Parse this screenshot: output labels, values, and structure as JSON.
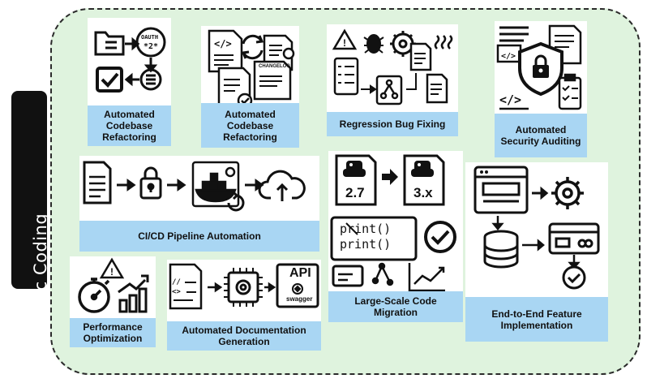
{
  "side_label": "Agentic Coding",
  "cards": {
    "refactor1": {
      "caption": "Automated Codebase Refactoring",
      "oauth_label": "OAUTH",
      "oauth_version": "*2*"
    },
    "refactor2": {
      "caption": "Automated Codebase Refactoring",
      "changelog_label": "CHANGELOG"
    },
    "regression": {
      "caption": "Regression Bug Fixing"
    },
    "security": {
      "caption": "Automated Security Auditing"
    },
    "cicd": {
      "caption": "CI/CD Pipeline Automation"
    },
    "migration": {
      "caption": "Large-Scale Code Migration",
      "old_version": "2.7",
      "new_version": "3.x",
      "old_code": "print()",
      "new_code": "print()"
    },
    "e2e": {
      "caption": "End-to-End Feature Implementation"
    },
    "performance": {
      "caption": "Performance Optimization"
    },
    "docs": {
      "caption": "Automated Documentation Generation",
      "api_label": "API",
      "swagger_label": "swagger"
    }
  }
}
